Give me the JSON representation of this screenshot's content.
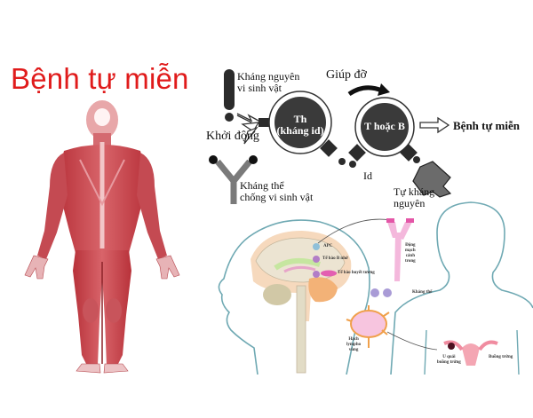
{
  "title": "Bệnh tự miễn",
  "colors": {
    "title_red": "#e01b1b",
    "muscle_red": "#c83c44",
    "diagram_dark": "#2b2b2b",
    "outline_teal": "#6fa9b3",
    "brain_peach": "#f6d9bd",
    "pink": "#e77fbf"
  },
  "mechanism_diagram": {
    "antigen_label": "Kháng nguyên vi sinh vật",
    "antigen_label_line1": "Kháng nguyên",
    "antigen_label_line2": "vi sinh vật",
    "help_label": "Giúp đỡ",
    "trigger_label": "Khởi động",
    "th_cell_line1": "Th",
    "th_cell_line2": "(kháng id)",
    "tb_cell_label": "T hoặc B",
    "result_label": "Bệnh tự miễn",
    "id_label": "Id",
    "antibody_line1": "Kháng thể",
    "antibody_line2": "chống vi sinh vật",
    "autoantigen_line1": "Tự kháng",
    "autoantigen_line2": "nguyên"
  },
  "anatomy_illustration": {
    "apc_label": "APC",
    "b_cell_label": "Tế bào B nhớ",
    "plasma_cell_label": "Tế bào huyết tương",
    "artery_line1": "Động",
    "artery_line2": "mạch",
    "artery_line3": "cảnh",
    "artery_line4": "trong",
    "antibody_label": "Kháng thể",
    "lymph_line1": "Hạch",
    "lymph_line2": "lympho",
    "lymph_line3": "vùng",
    "teratoma_line1": "U quái",
    "teratoma_line2": "buồng trứng",
    "ovary_label": "Buồng trứng"
  },
  "body_figure": {
    "icon": "human-muscular-back-view"
  }
}
